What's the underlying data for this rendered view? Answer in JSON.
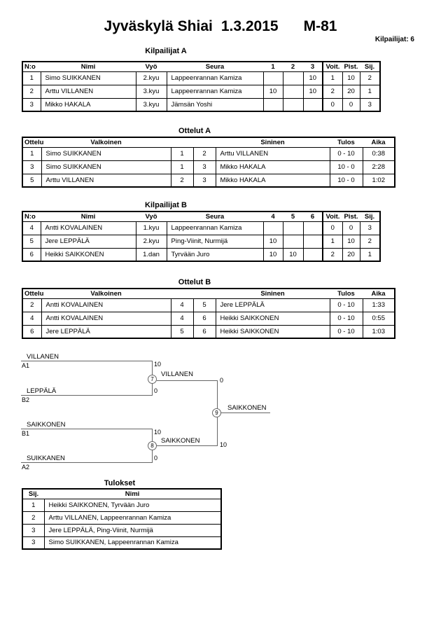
{
  "header": {
    "event": "Jyväskylä Shiai",
    "date": "1.3.2015",
    "category": "M-81",
    "competitors_label": "Kilpailijat: 6"
  },
  "pool_a": {
    "title": "Kilpailijat A",
    "headers": [
      "N:o",
      "Nimi",
      "Vyö",
      "Seura",
      "1",
      "2",
      "3",
      "Voit.",
      "Pist.",
      "Sij."
    ],
    "rows": [
      [
        "1",
        "Simo SUIKKANEN",
        "2.kyu",
        "Lappeenrannan Kamiza",
        "",
        "",
        "10",
        "1",
        "10",
        "2"
      ],
      [
        "2",
        "Arttu VILLANEN",
        "3.kyu",
        "Lappeenrannan Kamiza",
        "10",
        "",
        "10",
        "2",
        "20",
        "1"
      ],
      [
        "3",
        "Mikko HAKALA",
        "3.kyu",
        "Jämsän Yoshi",
        "",
        "",
        "",
        "0",
        "0",
        "3"
      ]
    ]
  },
  "matches_a": {
    "title": "Ottelut A",
    "headers": [
      "Ottelu",
      "Valkoinen",
      "Sininen",
      "Tulos",
      "Aika"
    ],
    "rows": [
      [
        "1",
        "Simo SUIKKANEN",
        "1",
        "2",
        "Arttu VILLANEN",
        "0 - 10",
        "0:38"
      ],
      [
        "3",
        "Simo SUIKKANEN",
        "1",
        "3",
        "Mikko HAKALA",
        "10 - 0",
        "2:28"
      ],
      [
        "5",
        "Arttu VILLANEN",
        "2",
        "3",
        "Mikko HAKALA",
        "10 - 0",
        "1:02"
      ]
    ]
  },
  "pool_b": {
    "title": "Kilpailijat B",
    "headers": [
      "N:o",
      "Nimi",
      "Vyö",
      "Seura",
      "4",
      "5",
      "6",
      "Voit.",
      "Pist.",
      "Sij."
    ],
    "rows": [
      [
        "4",
        "Antti KOVALAINEN",
        "1.kyu",
        "Lappeenrannan Kamiza",
        "",
        "",
        "",
        "0",
        "0",
        "3"
      ],
      [
        "5",
        "Jere LEPPÄLÄ",
        "2.kyu",
        "Ping-Viinit, Nurmijä",
        "10",
        "",
        "",
        "1",
        "10",
        "2"
      ],
      [
        "6",
        "Heikki SAIKKONEN",
        "1.dan",
        "Tyrvään Juro",
        "10",
        "10",
        "",
        "2",
        "20",
        "1"
      ]
    ]
  },
  "matches_b": {
    "title": "Ottelut B",
    "headers": [
      "Ottelu",
      "Valkoinen",
      "Sininen",
      "Tulos",
      "Aika"
    ],
    "rows": [
      [
        "2",
        "Antti KOVALAINEN",
        "4",
        "5",
        "Jere LEPPÄLÄ",
        "0 - 10",
        "1:33"
      ],
      [
        "4",
        "Antti KOVALAINEN",
        "4",
        "6",
        "Heikki SAIKKONEN",
        "0 - 10",
        "0:55"
      ],
      [
        "6",
        "Jere LEPPÄLÄ",
        "5",
        "6",
        "Heikki SAIKKONEN",
        "0 - 10",
        "1:03"
      ]
    ]
  },
  "bracket": {
    "semi1": {
      "match_no": "7",
      "top_name": "VILLANEN",
      "top_seed": "A1",
      "top_score": "10",
      "bottom_name": "LEPPÄLÄ",
      "bottom_seed": "B2",
      "bottom_score": "0",
      "winner_name": "VILLANEN",
      "winner_score": "0"
    },
    "semi2": {
      "match_no": "8",
      "top_name": "SAIKKONEN",
      "top_seed": "B1",
      "top_score": "10",
      "bottom_name": "SUIKKANEN",
      "bottom_seed": "A2",
      "bottom_score": "0",
      "winner_name": "SAIKKONEN",
      "winner_score": "10"
    },
    "final": {
      "match_no": "9",
      "winner_name": "SAIKKONEN"
    }
  },
  "results": {
    "title": "Tulokset",
    "headers": [
      "Sij.",
      "Nimi"
    ],
    "rows": [
      [
        "1",
        "Heikki SAIKKONEN, Tyrvään Juro"
      ],
      [
        "2",
        "Arttu VILLANEN, Lappeenrannan Kamiza"
      ],
      [
        "3",
        "Jere LEPPÄLÄ, Ping-Viinit, Nurmijä"
      ],
      [
        "3",
        "Simo SUIKKANEN, Lappeenrannan Kamiza"
      ]
    ]
  },
  "colors": {
    "background": "#ffffff",
    "text": "#000000",
    "table_border": "#000000",
    "bracket_line": "#666666"
  }
}
